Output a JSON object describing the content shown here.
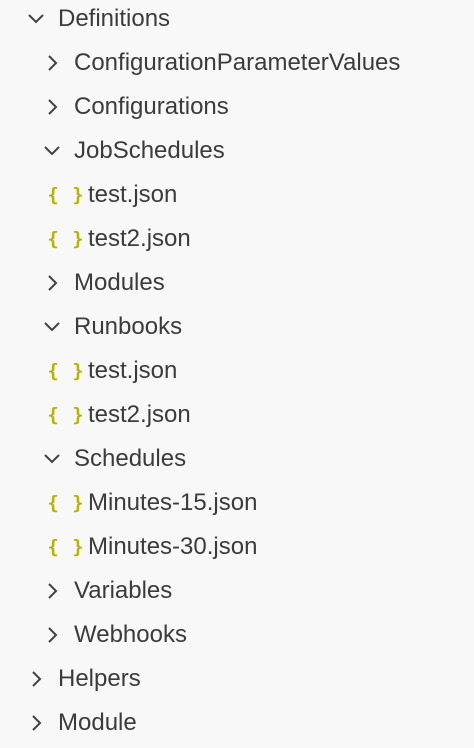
{
  "tree": {
    "items": [
      {
        "label": "Definitions",
        "kind": "folder",
        "expanded": true,
        "depth": 0
      },
      {
        "label": "ConfigurationParameterValues",
        "kind": "folder",
        "expanded": false,
        "depth": 1
      },
      {
        "label": "Configurations",
        "kind": "folder",
        "expanded": false,
        "depth": 1
      },
      {
        "label": "JobSchedules",
        "kind": "folder",
        "expanded": true,
        "depth": 1
      },
      {
        "label": "test.json",
        "kind": "json-file",
        "depth": 2
      },
      {
        "label": "test2.json",
        "kind": "json-file",
        "depth": 2
      },
      {
        "label": "Modules",
        "kind": "folder",
        "expanded": false,
        "depth": 1
      },
      {
        "label": "Runbooks",
        "kind": "folder",
        "expanded": true,
        "depth": 1
      },
      {
        "label": "test.json",
        "kind": "json-file",
        "depth": 2
      },
      {
        "label": "test2.json",
        "kind": "json-file",
        "depth": 2
      },
      {
        "label": "Schedules",
        "kind": "folder",
        "expanded": true,
        "depth": 1
      },
      {
        "label": "Minutes-15.json",
        "kind": "json-file",
        "depth": 2
      },
      {
        "label": "Minutes-30.json",
        "kind": "json-file",
        "depth": 2
      },
      {
        "label": "Variables",
        "kind": "folder",
        "expanded": false,
        "depth": 1
      },
      {
        "label": "Webhooks",
        "kind": "folder",
        "expanded": false,
        "depth": 1
      },
      {
        "label": "Helpers",
        "kind": "folder",
        "expanded": false,
        "depth": 0
      },
      {
        "label": "Module",
        "kind": "folder",
        "expanded": false,
        "depth": 0
      }
    ]
  },
  "icons": {
    "expanded": "chevron-down-icon",
    "collapsed": "chevron-right-icon",
    "json_file": "json-file-icon",
    "json_glyph": "{ }"
  },
  "colors": {
    "background": "#f8f8f8",
    "text": "#3b3b3b",
    "chevron": "#424242",
    "json_icon": "#b8b200"
  }
}
